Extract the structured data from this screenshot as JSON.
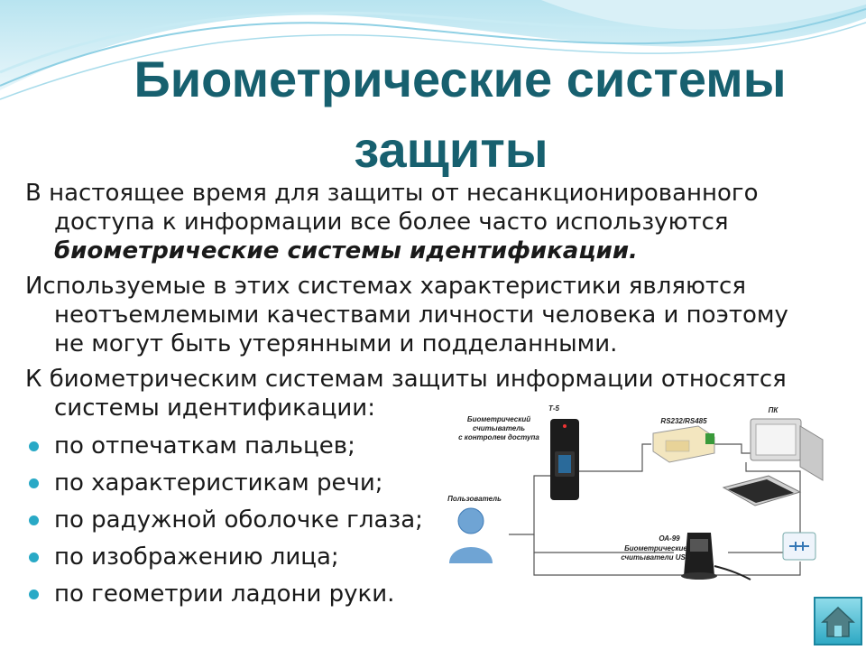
{
  "title": {
    "line1": "Биометрические системы",
    "line2": "защиты"
  },
  "paragraphs": [
    {
      "line1": "В настоящее время для защиты от несанкционированного",
      "line2": "доступа к информации все более часто используются",
      "line3_bold": "биометрические системы идентификации."
    },
    {
      "line1": "Используемые в этих системах характеристики являются",
      "line2": "неотъемлемыми качествами личности человека и поэтому",
      "line3": "не могут быть утерянными и подделанными."
    },
    {
      "line1": "К биометрическим системам защиты информации относятся",
      "line2": "системы идентификации:"
    }
  ],
  "bullets": [
    "по отпечаткам пальцев;",
    "по характеристикам речи;",
    "по радужной оболочке глаза;",
    "по изображению лица;",
    "по геометрии ладони руки."
  ],
  "diagram": {
    "t5_title": "Т-5",
    "t5_desc1": "Биометрический",
    "t5_desc2": "считыватель",
    "t5_desc3": "с контролем доступа",
    "rs_label": "RS232/RS485",
    "pc_label": "ПК",
    "user_label": "Пользователь",
    "oa_title": "ОА-99",
    "oa_desc1": "Биометрические",
    "oa_desc2": "считыватели USB"
  },
  "colors": {
    "title": "#17606f",
    "bullet": "#29a9c6",
    "accent": "#2fa9c4"
  }
}
